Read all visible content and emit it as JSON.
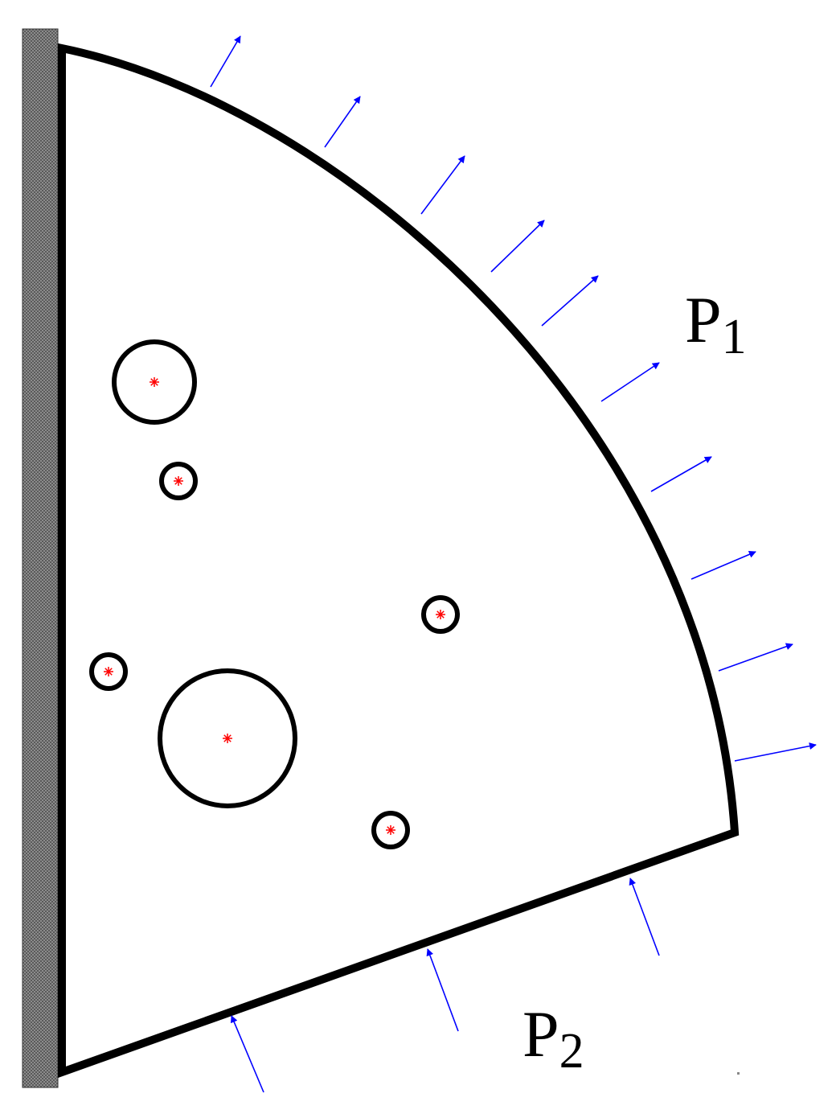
{
  "labels": {
    "p1_main": "P",
    "p1_sub": "1",
    "p2_main": "P",
    "p2_sub": "2"
  },
  "colors": {
    "outline": "#000000",
    "arrow": "#0000ff",
    "center_mark": "#ff0000",
    "wall_fill": "#8c8c8c",
    "wall_dark": "#555555"
  },
  "icons": {
    "wall": "hatched-fixed-support",
    "hole_center": "asterisk"
  }
}
